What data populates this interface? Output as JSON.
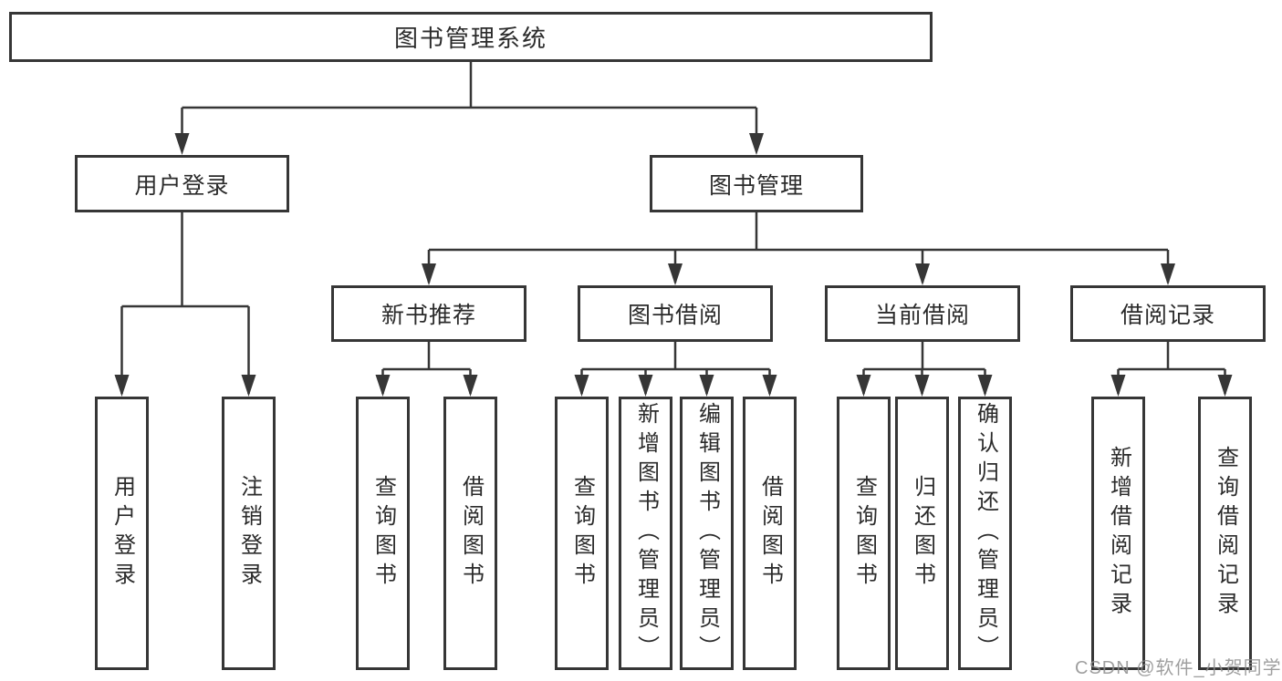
{
  "colors": {
    "background": "#ffffff",
    "line": "#363636",
    "text": "#2b2b2b",
    "watermark": "#8f8f8f"
  },
  "watermark": {
    "text": "CSDN @软件_小贺同学"
  },
  "tree": {
    "root": "图书管理系统",
    "children": [
      {
        "label": "用户登录",
        "children": [
          "用户登录",
          "注销登录"
        ]
      },
      {
        "label": "图书管理",
        "children": [
          {
            "label": "新书推荐",
            "children": [
              "查询图书",
              "借阅图书"
            ]
          },
          {
            "label": "图书借阅",
            "children": [
              "查询图书",
              "新增图书（管理员）",
              "编辑图书（管理员）",
              "借阅图书"
            ]
          },
          {
            "label": "当前借阅",
            "children": [
              "查询图书",
              "归还图书",
              "确认归还（管理员）"
            ]
          },
          {
            "label": "借阅记录",
            "children": [
              "新增借阅记录",
              "查询借阅记录"
            ]
          }
        ]
      }
    ]
  }
}
